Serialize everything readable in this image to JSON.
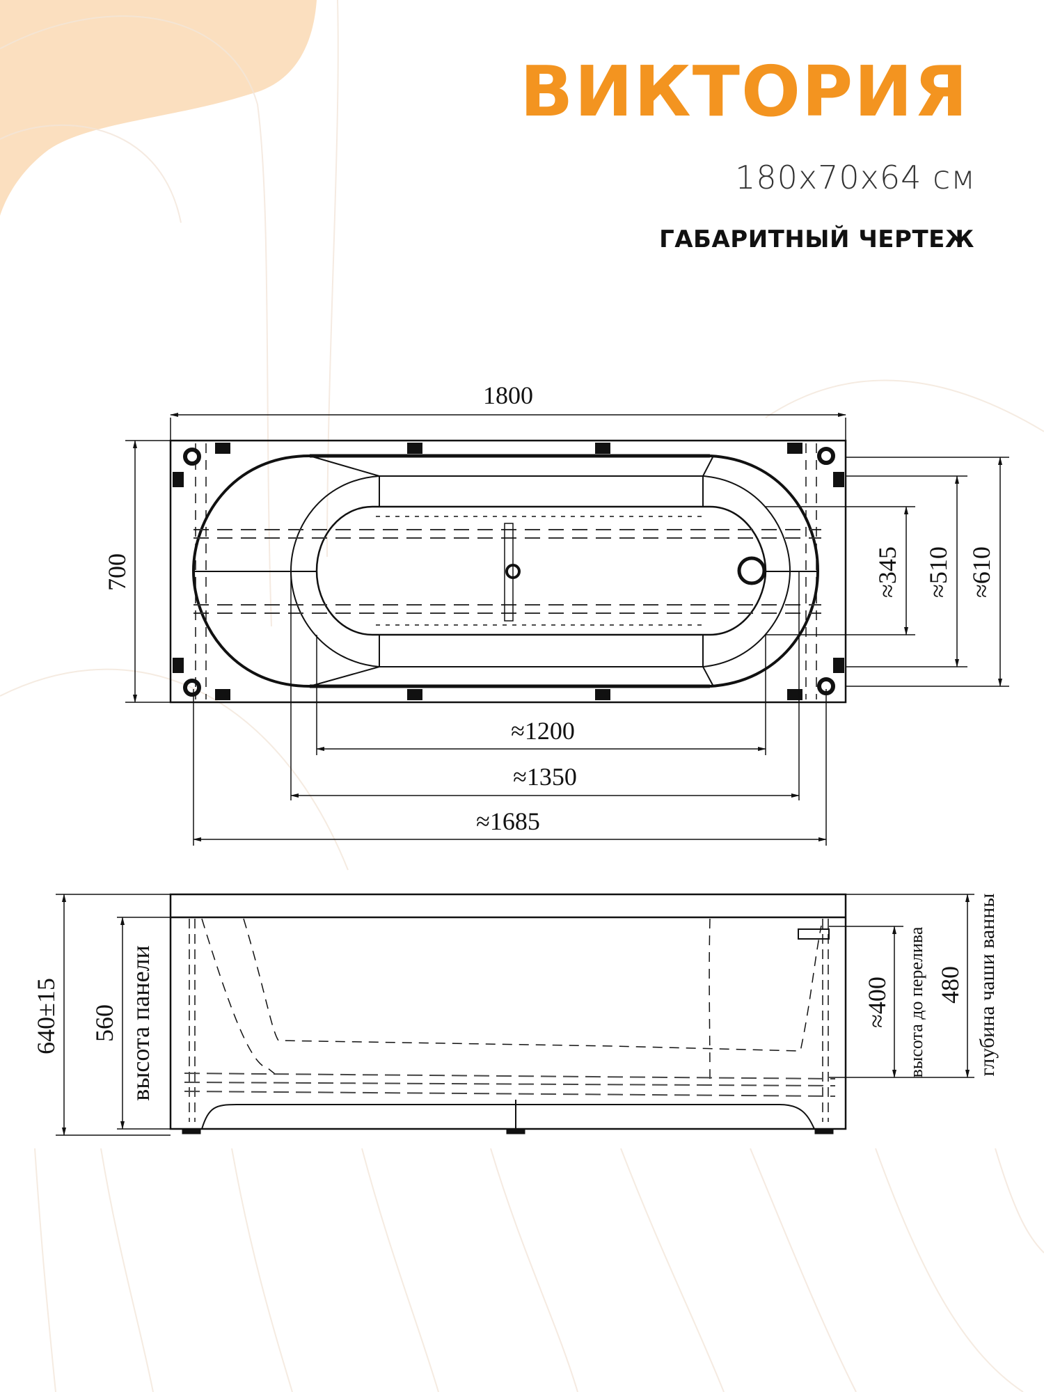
{
  "header": {
    "title": "ВИКТОРИЯ",
    "size": "180x70x64 см",
    "subtitle": "ГАБАРИТНЫЙ ЧЕРТЕЖ"
  },
  "colors": {
    "accent": "#F39420",
    "blob": "#FBDFBF",
    "line": "#111111",
    "bg_lines": "#F3E6DA"
  },
  "top_view": {
    "length": "1800",
    "width": "700",
    "inner_dims": {
      "d345": "≈345",
      "d510": "≈510",
      "d610": "≈610",
      "d1200": "≈1200",
      "d1350": "≈1350",
      "d1685": "≈1685"
    }
  },
  "side_view": {
    "total_height": "640±15",
    "panel_height_value": "560",
    "panel_height_label": "высота панели",
    "overflow_height_value": "≈400",
    "overflow_height_label": "высота до перелива",
    "bowl_depth_value": "480",
    "bowl_depth_label": "глубина чаши ванны"
  }
}
